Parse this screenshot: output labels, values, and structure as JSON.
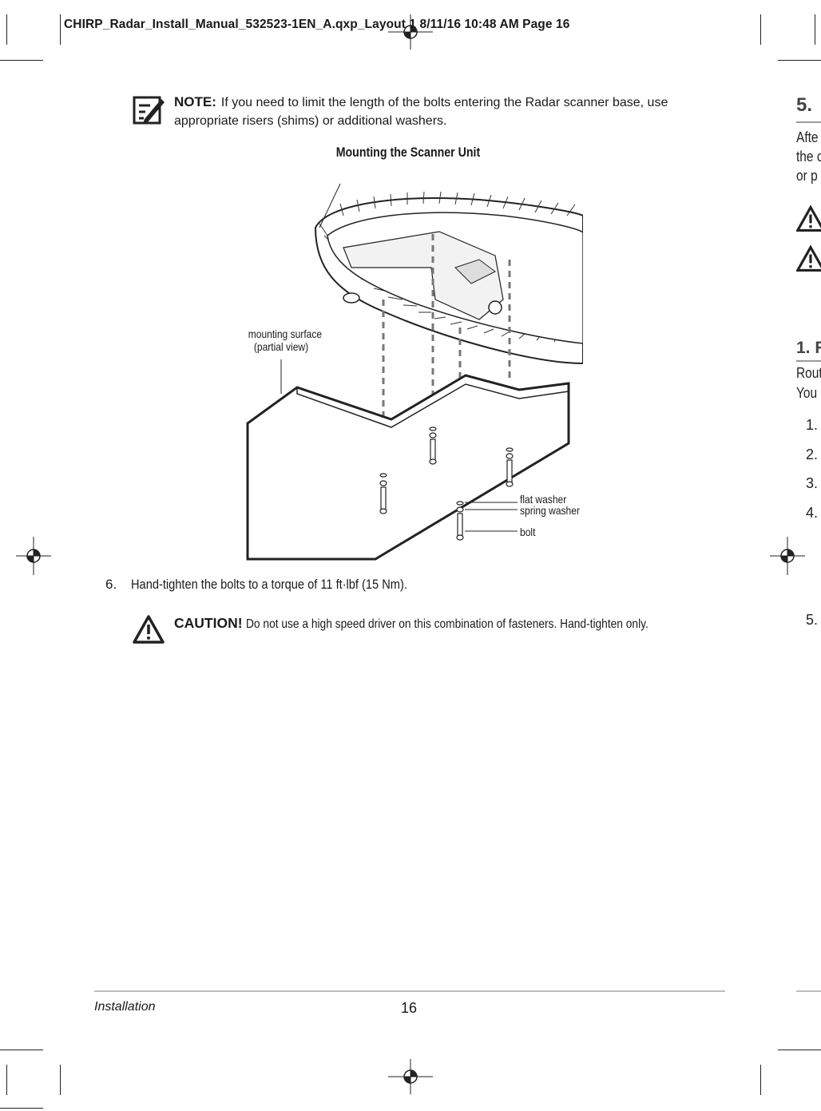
{
  "slug": "CHIRP_Radar_Install_Manual_532523-1EN_A.qxp_Layout 1  8/11/16  10:48 AM  Page 16",
  "note": {
    "icon": "note-pencil-icon",
    "label": "NOTE:",
    "text": "If you need to limit the length of the bolts entering the Radar scanner base, use appropriate risers (shims) or additional washers."
  },
  "figure": {
    "title": "Mounting the Scanner Unit",
    "labels": {
      "mounting_surface_line1": "mounting surface",
      "mounting_surface_line2": "(partial view)",
      "flat_washer": "flat washer",
      "spring_washer": "spring washer",
      "bolt": "bolt"
    }
  },
  "step": {
    "number": "6.",
    "text": "Hand-tighten the bolts to a torque of 11 ft·lbf (15 Nm)."
  },
  "caution": {
    "icon": "warning-triangle-icon",
    "label": "CAUTION!",
    "text": "Do not use a high speed driver on this combination of fasteners. Hand-tighten only."
  },
  "footer": {
    "section": "Installation",
    "page_number": "16"
  },
  "adjacent_page": {
    "heading_5": "5.",
    "line_after": "Afte",
    "line_the": "the c",
    "line_or": "or p",
    "heading_1": "1. R",
    "line_rout": "Rout",
    "line_you": "You",
    "item_1": "1.",
    "item_2": "2.",
    "item_3": "3.",
    "item_4": "4.",
    "item_5": "5."
  }
}
